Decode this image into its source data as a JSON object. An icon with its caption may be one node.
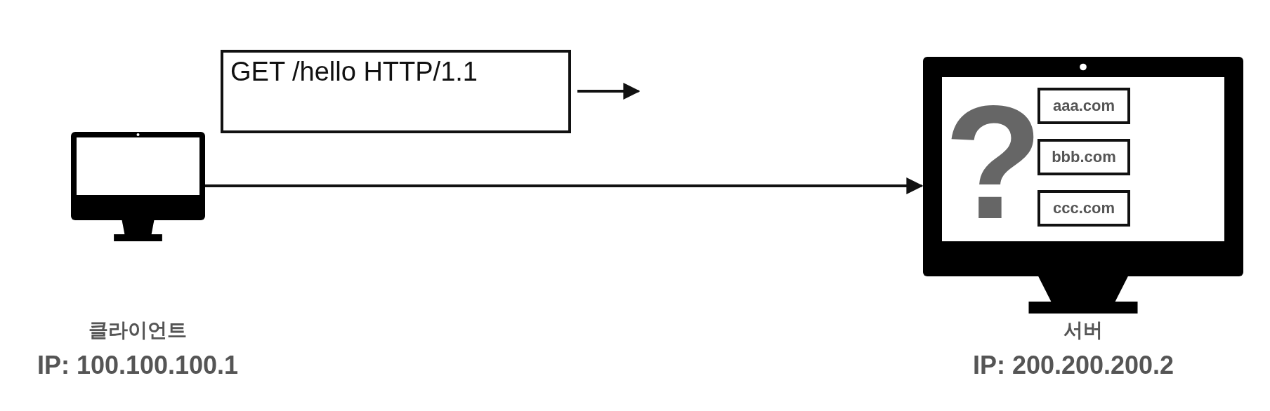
{
  "diagram": {
    "nodes": [
      {
        "text": [],
        "shape": "computer",
        "beside": [
          "클라이언트",
          "IP: 100.100.100.1"
        ]
      },
      {
        "text": [
          "GET /hello HTTP/1.1"
        ]
      },
      {
        "text": [],
        "shape": "computer",
        "beside": [
          "서버",
          "IP: 200.200.200.2"
        ]
      },
      {
        "text": [
          "aaa.com"
        ],
        "in": 2
      },
      {
        "text": [
          "bbb.com"
        ],
        "in": 2
      },
      {
        "text": [
          "ccc.com"
        ],
        "in": 2
      }
    ],
    "edges": [
      {
        "from": 0,
        "to": 2,
        "arrow": "to"
      },
      {
        "from": 1,
        "to": null,
        "arrow": "to"
      }
    ],
    "labels": [
      "?"
    ]
  }
}
